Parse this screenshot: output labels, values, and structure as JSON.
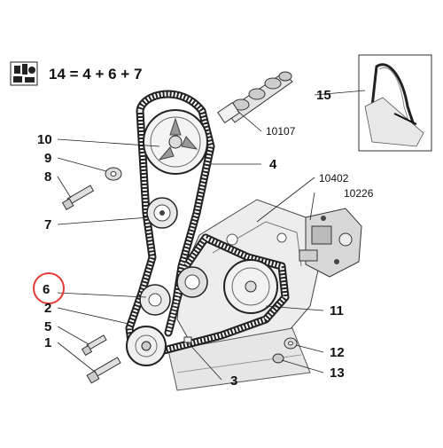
{
  "legend": {
    "equation": "14 = 4 + 6 + 7",
    "icon": "kit-parts-icon"
  },
  "callouts": {
    "p1": "1",
    "p2": "2",
    "p3": "3",
    "p4": "4",
    "p5": "5",
    "p6": "6",
    "p7": "7",
    "p8": "8",
    "p9": "9",
    "p10": "10",
    "p11": "11",
    "p12": "12",
    "p13": "13",
    "p15": "15",
    "p10107": "10107",
    "p10402": "10402",
    "p10226": "10226"
  },
  "highlight": {
    "color": "#e53935",
    "part": "6"
  }
}
